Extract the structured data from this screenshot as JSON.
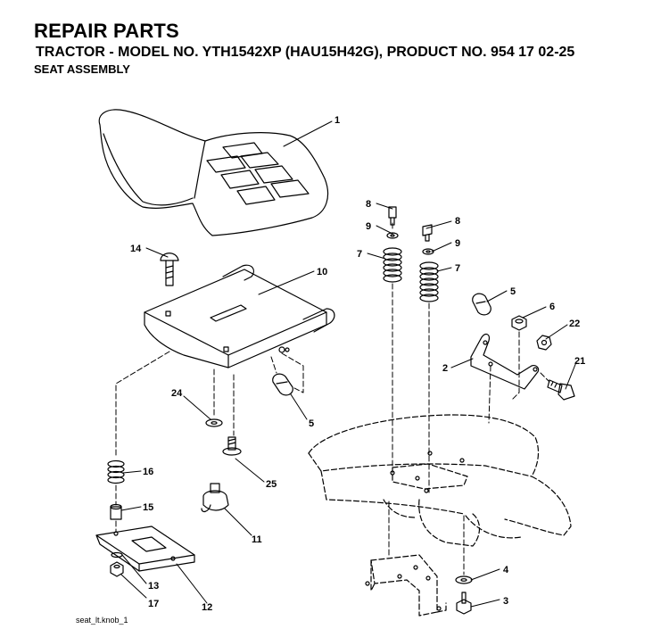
{
  "header": {
    "title": "REPAIR PARTS",
    "subtitle": "TRACTOR - MODEL NO. YTH1542XP (HAU15H42G), PRODUCT NO. 954 17 02-25",
    "section": "SEAT ASSEMBLY"
  },
  "figure_id": "seat_lt.knob_1",
  "callouts": [
    {
      "id": "c1",
      "label": "1"
    },
    {
      "id": "c2",
      "label": "2"
    },
    {
      "id": "c3",
      "label": "3"
    },
    {
      "id": "c4",
      "label": "4"
    },
    {
      "id": "c5a",
      "label": "5"
    },
    {
      "id": "c5b",
      "label": "5"
    },
    {
      "id": "c6",
      "label": "6"
    },
    {
      "id": "c7a",
      "label": "7"
    },
    {
      "id": "c7b",
      "label": "7"
    },
    {
      "id": "c8a",
      "label": "8"
    },
    {
      "id": "c8b",
      "label": "8"
    },
    {
      "id": "c9a",
      "label": "9"
    },
    {
      "id": "c9b",
      "label": "9"
    },
    {
      "id": "c10",
      "label": "10"
    },
    {
      "id": "c11",
      "label": "11"
    },
    {
      "id": "c12",
      "label": "12"
    },
    {
      "id": "c13",
      "label": "13"
    },
    {
      "id": "c14",
      "label": "14"
    },
    {
      "id": "c15",
      "label": "15"
    },
    {
      "id": "c16",
      "label": "16"
    },
    {
      "id": "c17",
      "label": "17"
    },
    {
      "id": "c21",
      "label": "21"
    },
    {
      "id": "c22",
      "label": "22"
    },
    {
      "id": "c24",
      "label": "24"
    },
    {
      "id": "c25",
      "label": "25"
    }
  ]
}
